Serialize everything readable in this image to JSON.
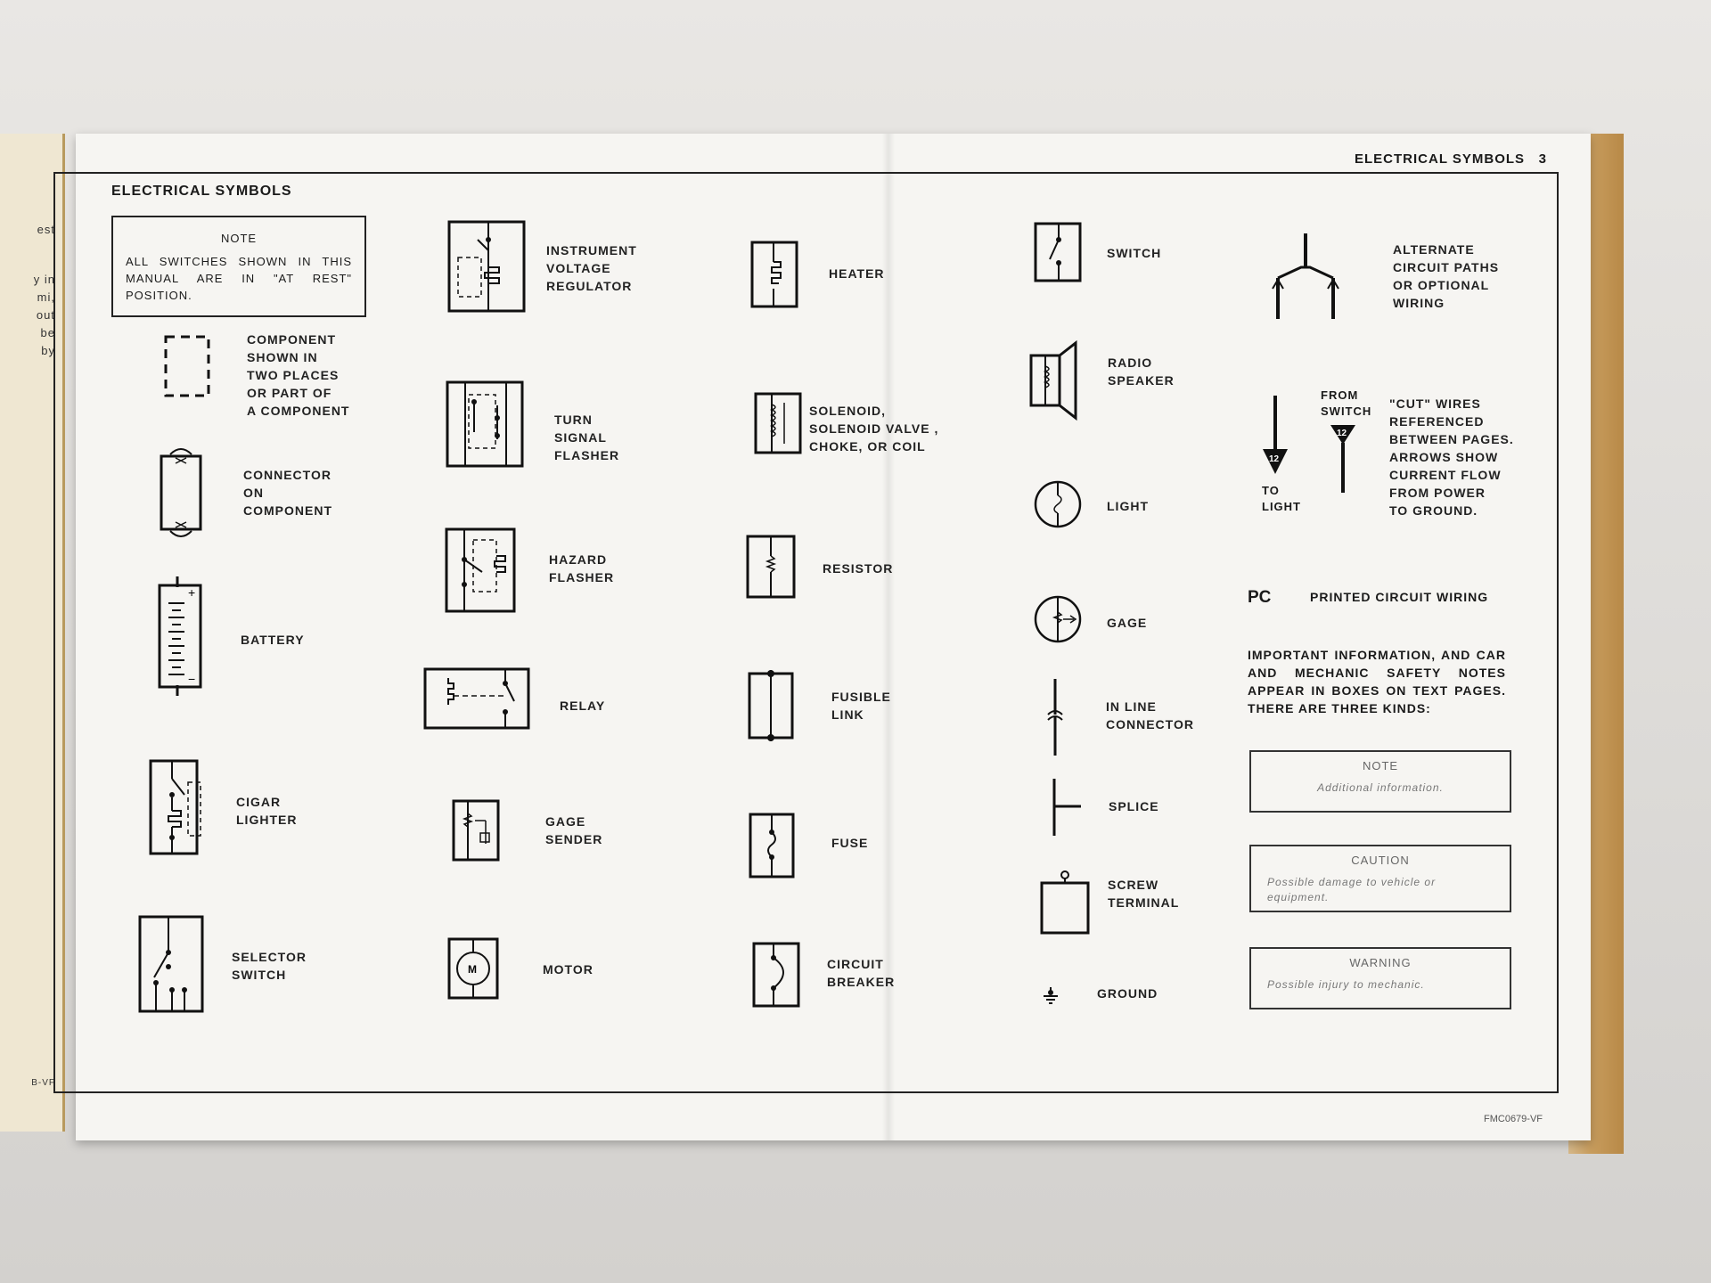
{
  "previous_page": {
    "fragments": [
      "est",
      "y in",
      "mi,",
      "out",
      "be",
      "by",
      "B-VF"
    ]
  },
  "header": {
    "running_head": "ELECTRICAL SYMBOLS",
    "page_number": "3"
  },
  "section_title": "ELECTRICAL SYMBOLS",
  "note_box": {
    "title": "NOTE",
    "text": "ALL SWITCHES SHOWN IN THIS MANUAL ARE IN \"AT REST\" POSITION."
  },
  "symbols": {
    "component": "COMPONENT\nSHOWN IN\nTWO PLACES\nOR PART OF\nA COMPONENT",
    "connector": "CONNECTOR\nON\nCOMPONENT",
    "battery": "BATTERY",
    "cigar_lighter": "CIGAR\nLIGHTER",
    "selector_switch": "SELECTOR\nSWITCH",
    "instrument_voltage_regulator": "INSTRUMENT\nVOLTAGE\nREGULATOR",
    "turn_signal_flasher": "TURN\nSIGNAL\nFLASHER",
    "hazard_flasher": "HAZARD\nFLASHER",
    "relay": "RELAY",
    "gage_sender": "GAGE\nSENDER",
    "motor": "MOTOR",
    "heater": "HEATER",
    "solenoid": "SOLENOID,\nSOLENOID VALVE ,\nCHOKE, OR COIL",
    "resistor": "RESISTOR",
    "fusible_link": "FUSIBLE\nLINK",
    "fuse": "FUSE",
    "circuit_breaker": "CIRCUIT\nBREAKER",
    "switch": "SWITCH",
    "radio_speaker": "RADIO\nSPEAKER",
    "light": "LIGHT",
    "gage": "GAGE",
    "in_line_connector": "IN LINE\nCONNECTOR",
    "splice": "SPLICE",
    "screw_terminal": "SCREW\nTERMINAL",
    "ground": "GROUND",
    "alternate_paths": "ALTERNATE\nCIRCUIT PATHS\nOR OPTIONAL\nWIRING",
    "cut_wires": "\"CUT\" WIRES\nREFERENCED\nBETWEEN PAGES.\nARROWS SHOW\nCURRENT FLOW\nFROM POWER\nTO GROUND.",
    "from_switch": "FROM\nSWITCH",
    "to_light": "TO\nLIGHT",
    "cut_number": "12",
    "motor_letter": "M"
  },
  "pc": {
    "abbr": "PC",
    "label": "PRINTED CIRCUIT WIRING"
  },
  "important_info": "IMPORTANT INFORMATION, AND CAR AND MECHANIC SAFETY NOTES APPEAR IN BOXES ON TEXT PAGES. THERE ARE THREE KINDS:",
  "kinds": [
    {
      "title": "NOTE",
      "desc": "Additional information."
    },
    {
      "title": "CAUTION",
      "desc": "Possible damage to vehicle or equipment."
    },
    {
      "title": "WARNING",
      "desc": "Possible injury to mechanic."
    }
  ],
  "footer_code": "FMC0679-VF"
}
